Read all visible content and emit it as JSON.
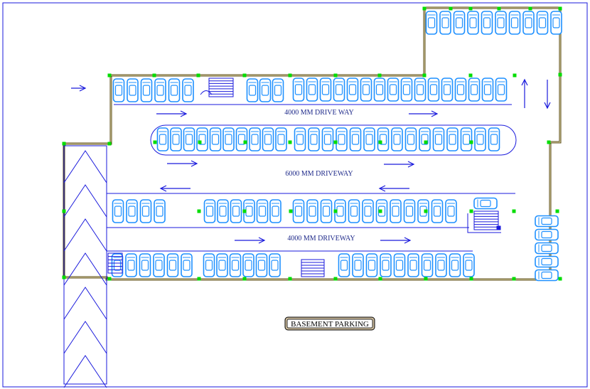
{
  "drawing": {
    "title": "BASEMENT PARKING",
    "labels": {
      "top_drive": "4000 MM DRIVE WAY",
      "mid_drive": "6000 MM DRIVEWAY",
      "bottom_drive": "4000 MM DRIVEWAY"
    },
    "colors": {
      "wall": "#5a4a14",
      "wall_fill": "#e8e2b8",
      "car": "#1e90ff",
      "line": "#1a1adc",
      "node": "#00dd00",
      "title_fill": "#c8b89a"
    }
  }
}
